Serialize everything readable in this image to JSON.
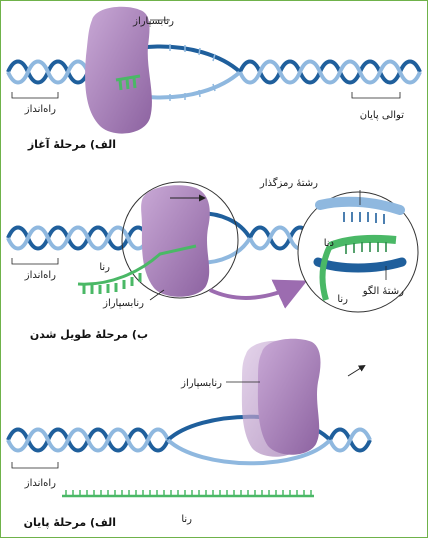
{
  "stage1": {
    "title": "الف) مرحلهٔ آغاز",
    "enzyme_label": "رنابسپاراز",
    "promoter_label": "راه‌انداز",
    "terminator_label": "توالی پایان"
  },
  "stage2": {
    "title": "ب) مرحلهٔ طویل شدن",
    "promoter_label": "راه‌انداز",
    "rna_label": "رنا",
    "enzyme_label": "رنابسپاراز",
    "coding_strand_label": "رشتهٔ رمزگذار",
    "dna_label": "دنا",
    "template_strand_label": "رشتهٔ الگو",
    "rna_zoom_label": "رنا"
  },
  "stage3": {
    "title": "الف) مرحلهٔ پایان",
    "enzyme_label": "رنابسپاراز",
    "promoter_label": "راه‌انداز",
    "rna_label": "رنا"
  },
  "colors": {
    "dna_dark": "#1f5f9c",
    "dna_light": "#8fb8df",
    "enzyme": "#a57bb5",
    "rna": "#4ab866",
    "frame": "#6fb24a"
  }
}
